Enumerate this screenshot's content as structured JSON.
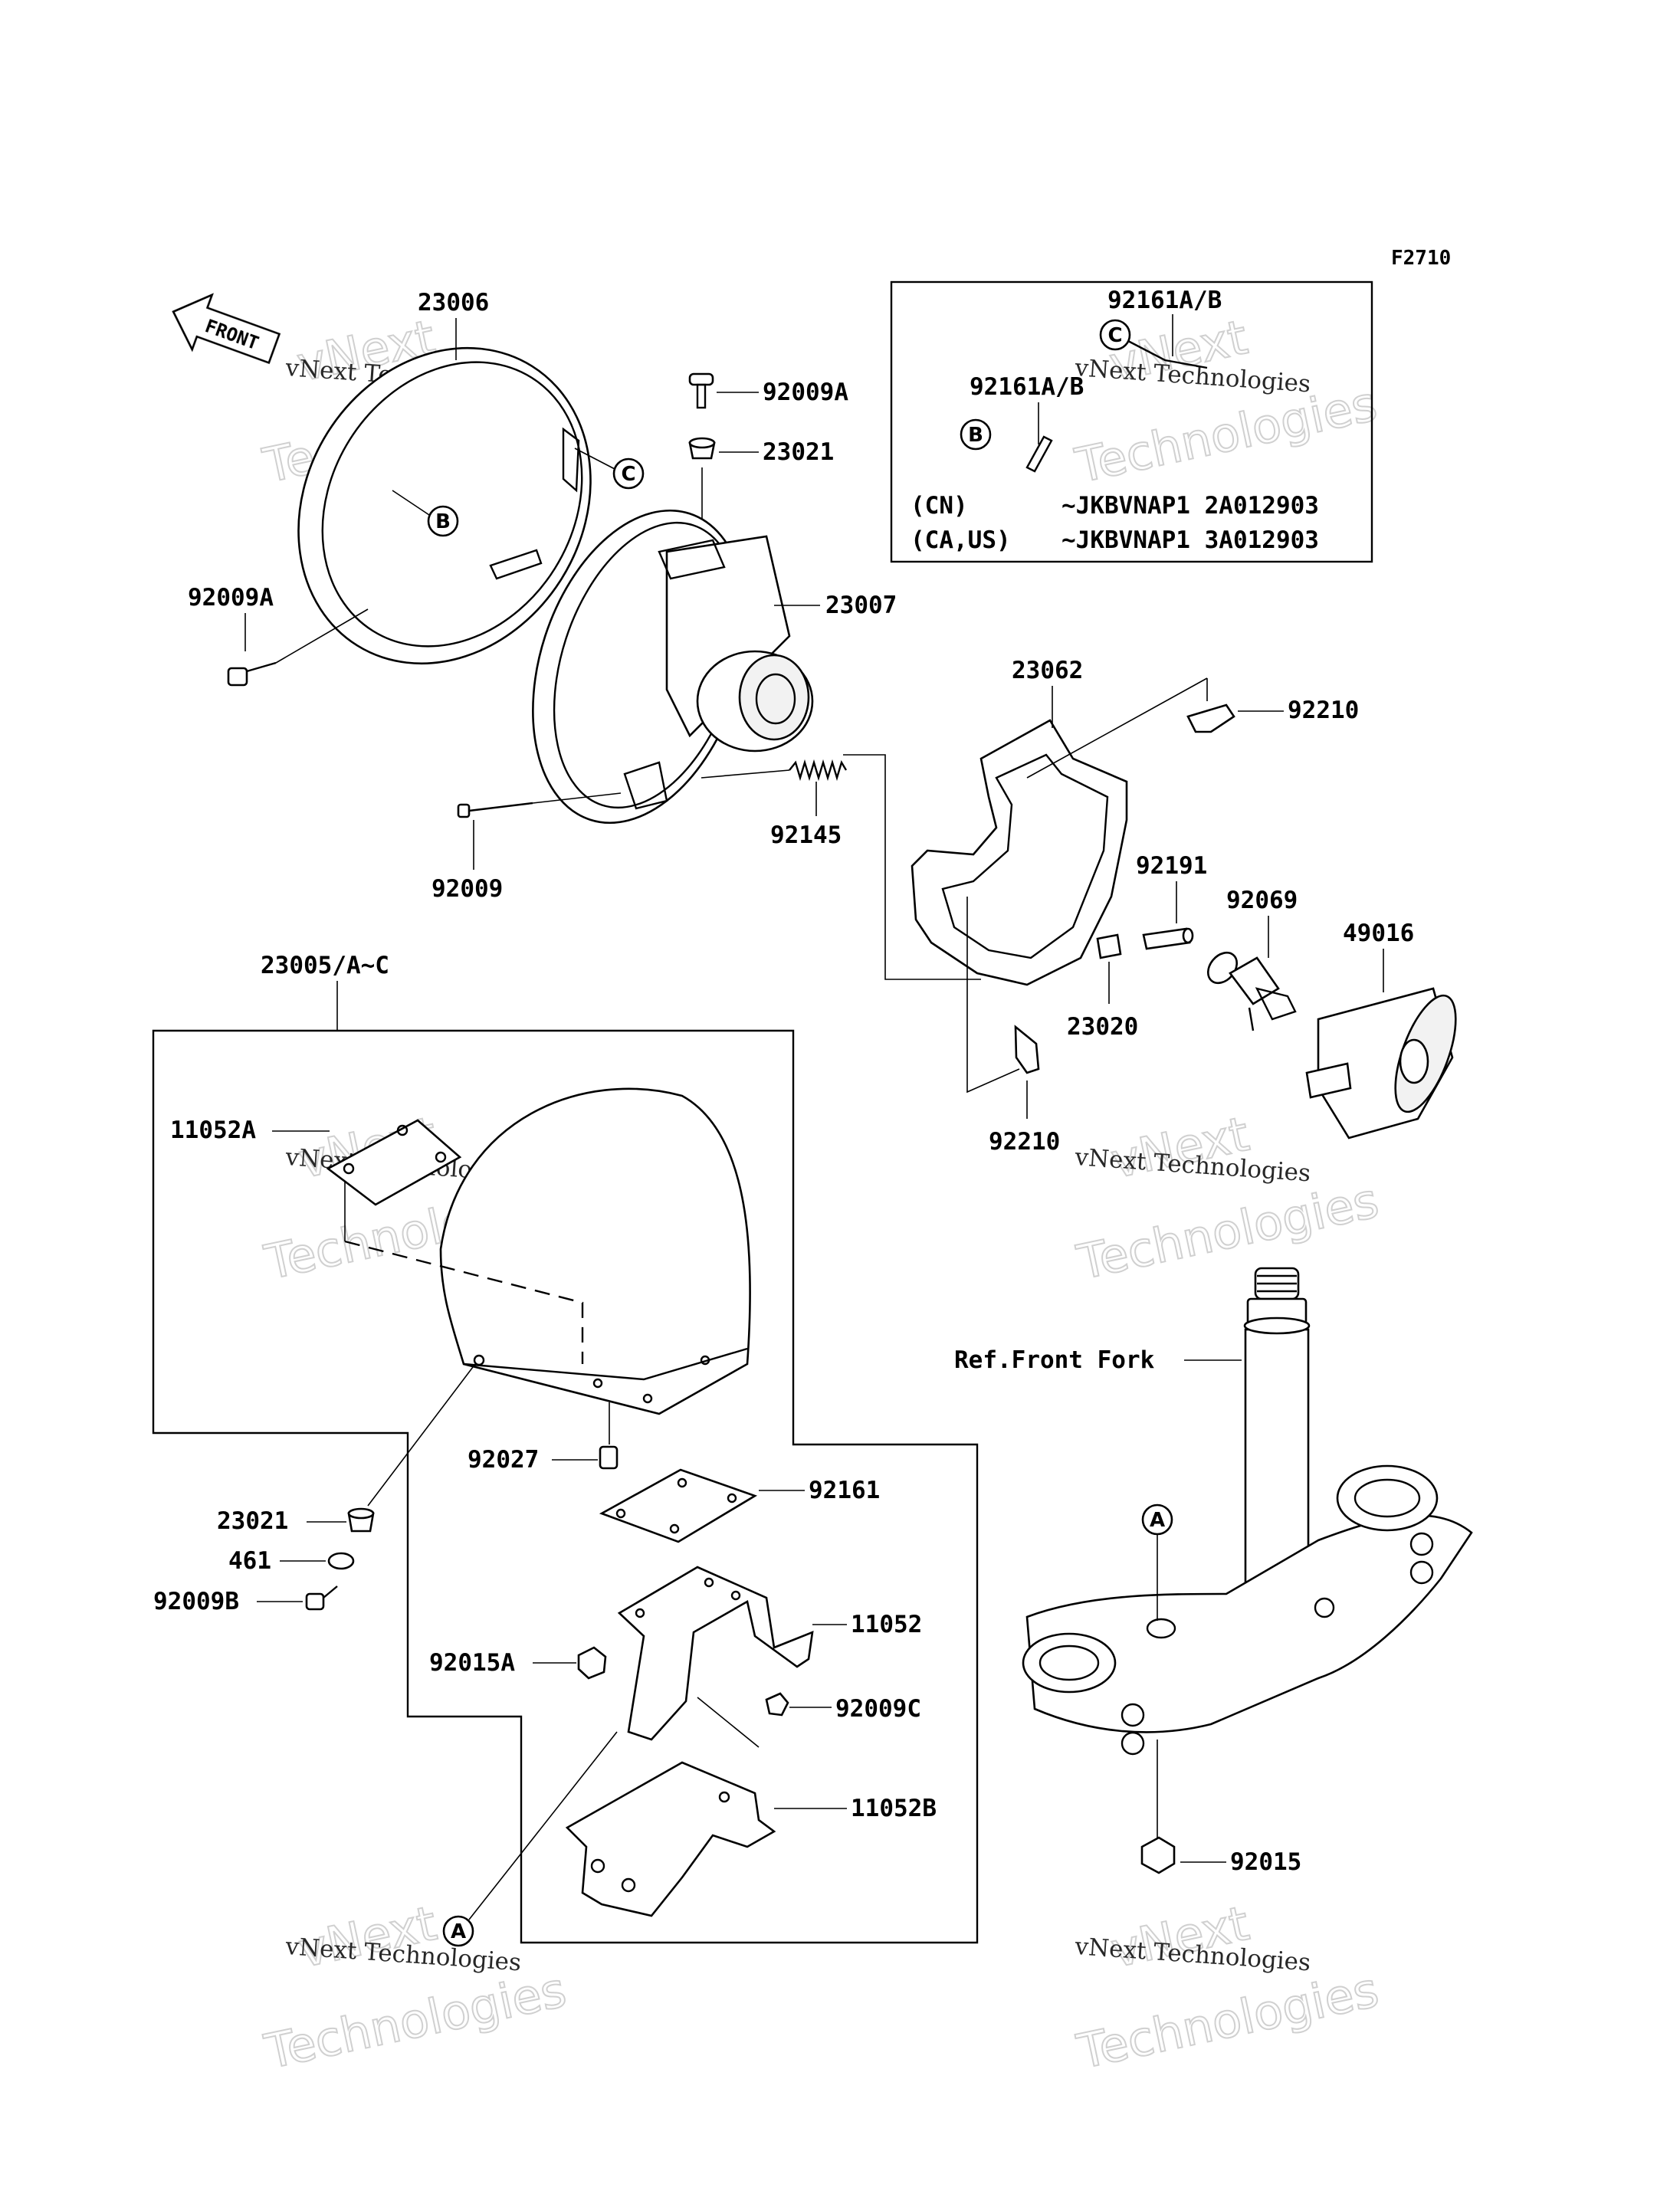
{
  "figure_code": "F2710",
  "front_arrow_text": "FRONT",
  "watermark": {
    "line1": "vNext Technologies",
    "line2": "Technologies",
    "line3": "vNext"
  },
  "callouts": {
    "A": "A",
    "B": "B",
    "C": "C"
  },
  "inset": {
    "part_top": "92161A/B",
    "part_mid": "92161A/B",
    "rows": [
      {
        "region": "(CN)",
        "serial": "~JKBVNAP1 2A012903"
      },
      {
        "region": "(CA,US)",
        "serial": "~JKBVNAP1 3A012903"
      }
    ]
  },
  "parts": {
    "p23006": "23006",
    "p92009A_top": "92009A",
    "p23021_top": "23021",
    "p92009A_left": "92009A",
    "p23007": "23007",
    "p23062": "23062",
    "p92210_top": "92210",
    "p92145": "92145",
    "p92009": "92009",
    "p92191": "92191",
    "p92069": "92069",
    "p49016": "49016",
    "p23020": "23020",
    "p92210_bot": "92210",
    "p23005": "23005/A~C",
    "p11052A": "11052A",
    "p92027": "92027",
    "p92161": "92161",
    "p23021_bot": "23021",
    "p461": "461",
    "p92009B": "92009B",
    "p11052": "11052",
    "p92015A": "92015A",
    "p92009C": "92009C",
    "p11052B": "11052B",
    "ref_front_fork": "Ref.Front Fork",
    "p92015": "92015"
  }
}
